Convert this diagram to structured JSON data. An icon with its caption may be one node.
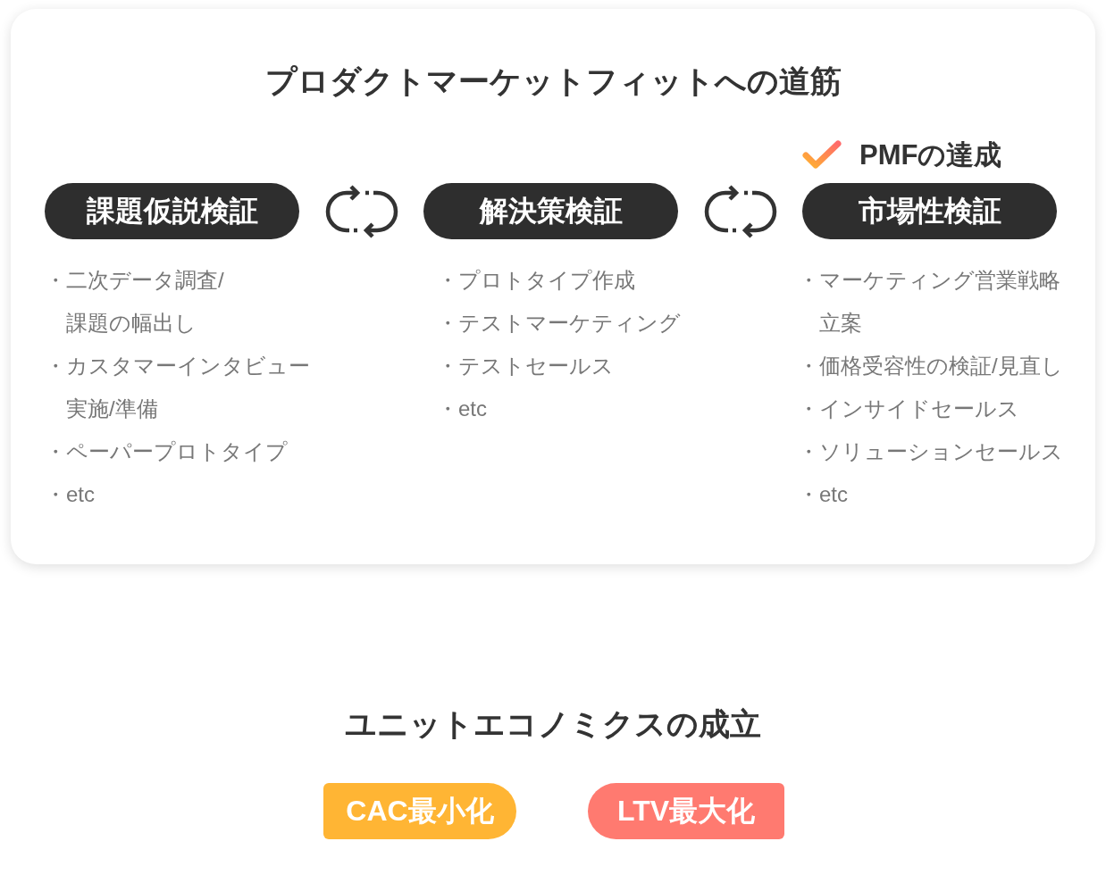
{
  "diagram": {
    "nodes": [
      {
        "text": [
          "プロダクトマーケットフィットへの道筋"
        ]
      },
      {
        "text": [
          "課題仮説検証"
        ],
        "in": 0,
        "beside": [
          "・二次データ調査/課題の幅出し",
          "・カスタマーインタビュー実施/準備",
          "・ペーパープロトタイプ",
          "・etc"
        ]
      },
      {
        "text": [
          "解決策検証"
        ],
        "in": 0,
        "beside": [
          "・プロトタイプ作成",
          "・テストマーケティング",
          "・テストセールス",
          "・etc"
        ]
      },
      {
        "text": [
          "市場性検証"
        ],
        "in": 0,
        "beside": [
          "PMFの達成",
          "・マーケティング営業戦略立案",
          "・価格受容性の検証/見直し",
          "・インサイドセールス",
          "・ソリューションセールス",
          "・etc"
        ]
      },
      {
        "text": [
          "CAC最小化"
        ]
      },
      {
        "text": [
          "LTV最大化"
        ]
      }
    ],
    "labels": [
      "ユニットエコノミクスの成立"
    ]
  }
}
